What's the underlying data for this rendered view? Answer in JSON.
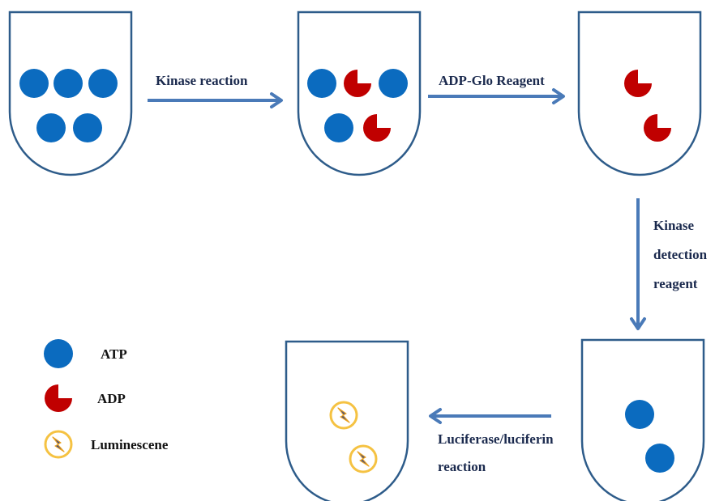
{
  "steps": {
    "kinase_reaction": "Kinase reaction",
    "adp_glo_reagent": "ADP-Glo Reagent",
    "kinase_detection_reagent": [
      "Kinase",
      "detection",
      "reagent"
    ],
    "luciferase_reaction": [
      "Luciferase/luciferin",
      "reaction"
    ]
  },
  "legend": {
    "atp": "ATP",
    "adp": "ADP",
    "luminescence": "Luminescene"
  },
  "colors": {
    "atp": "#0b6bbf",
    "adp": "#c00000",
    "tube_outline": "#2e5c8a",
    "arrow": "#4a7ab8",
    "glow_ring": "#f5c242",
    "text": "#1b2a4e"
  }
}
